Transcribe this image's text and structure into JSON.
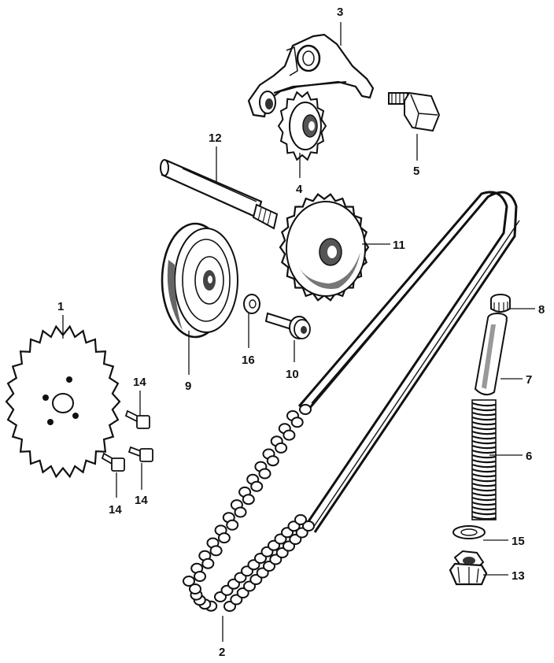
{
  "diagram": {
    "callouts": [
      {
        "id": "c1",
        "label": "1"
      },
      {
        "id": "c2",
        "label": "2"
      },
      {
        "id": "c3",
        "label": "3"
      },
      {
        "id": "c4",
        "label": "4"
      },
      {
        "id": "c5",
        "label": "5"
      },
      {
        "id": "c6",
        "label": "6"
      },
      {
        "id": "c7",
        "label": "7"
      },
      {
        "id": "c8",
        "label": "8"
      },
      {
        "id": "c9",
        "label": "9"
      },
      {
        "id": "c10",
        "label": "10"
      },
      {
        "id": "c11",
        "label": "11"
      },
      {
        "id": "c12",
        "label": "12"
      },
      {
        "id": "c13",
        "label": "13"
      },
      {
        "id": "c14a",
        "label": "14"
      },
      {
        "id": "c14b",
        "label": "14"
      },
      {
        "id": "c14c",
        "label": "14"
      },
      {
        "id": "c15",
        "label": "15"
      },
      {
        "id": "c16",
        "label": "16"
      }
    ]
  },
  "colors": {
    "ink": "#111111",
    "paper": "#ffffff",
    "shade": "#555555"
  }
}
